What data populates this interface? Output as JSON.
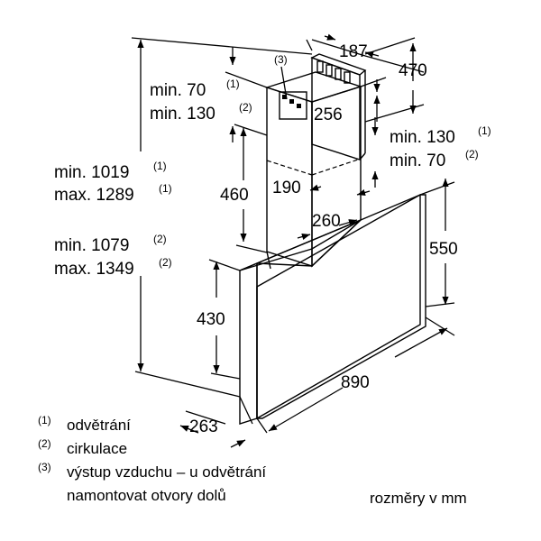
{
  "dimensions": {
    "d187": "187",
    "d470": "470",
    "d256": "256",
    "d190": "190",
    "d260": "260",
    "d460": "460",
    "d550": "550",
    "d430": "430",
    "d890": "890",
    "d263": "263",
    "min70": "min. 70",
    "min130": "min. 130",
    "min130r": "min. 130",
    "min70r": "min. 70",
    "min1019": "min. 1019",
    "max1289": "max. 1289",
    "min1079": "min. 1079",
    "max1349": "max. 1349",
    "ref3": "(3)",
    "s1": "(1)",
    "s2": "(2)"
  },
  "legend": {
    "n1": "(1)",
    "t1": "odvětrání",
    "n2": "(2)",
    "t2": "cirkulace",
    "n3": "(3)",
    "t3a": "výstup vzduchu – u odvětrání",
    "t3b": "namontovat otvory dolů"
  },
  "units": "rozměry v mm"
}
